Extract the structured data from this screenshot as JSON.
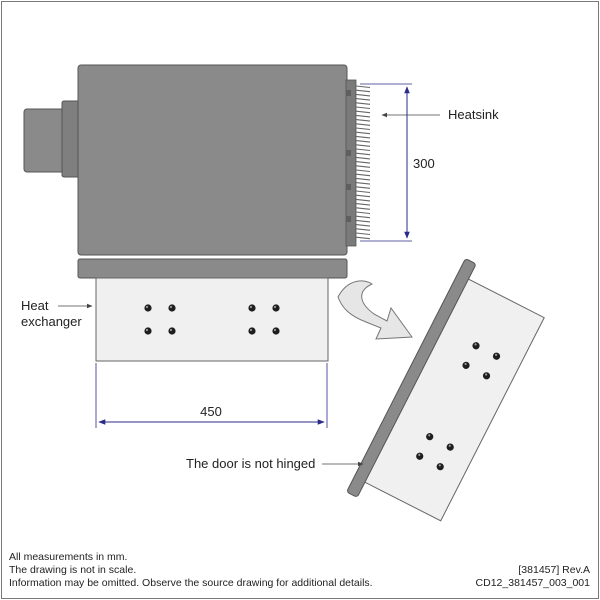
{
  "labels": {
    "heatsink": "Heatsink",
    "heat_exchanger_line1": "Heat",
    "heat_exchanger_line2": "exchanger",
    "door_note": "The door is not hinged"
  },
  "dimensions": {
    "height": "300",
    "width": "450"
  },
  "footer": {
    "left_line1": "All measurements in mm.",
    "left_line2": "The drawing is not in scale.",
    "left_line3": "Information may be omitted. Observe the source drawing for additional details.",
    "right_line1": "[381457] Rev.A",
    "right_line2": "CD12_381457_003_001"
  },
  "colors": {
    "cabinet": "#8a8a8a",
    "cabinet_dark": "#6e6e6e",
    "panel": "#f0f0f0",
    "dimension": "#2b2b8a",
    "arrow": "#e6e6e6",
    "border": "#7a7a7a"
  }
}
